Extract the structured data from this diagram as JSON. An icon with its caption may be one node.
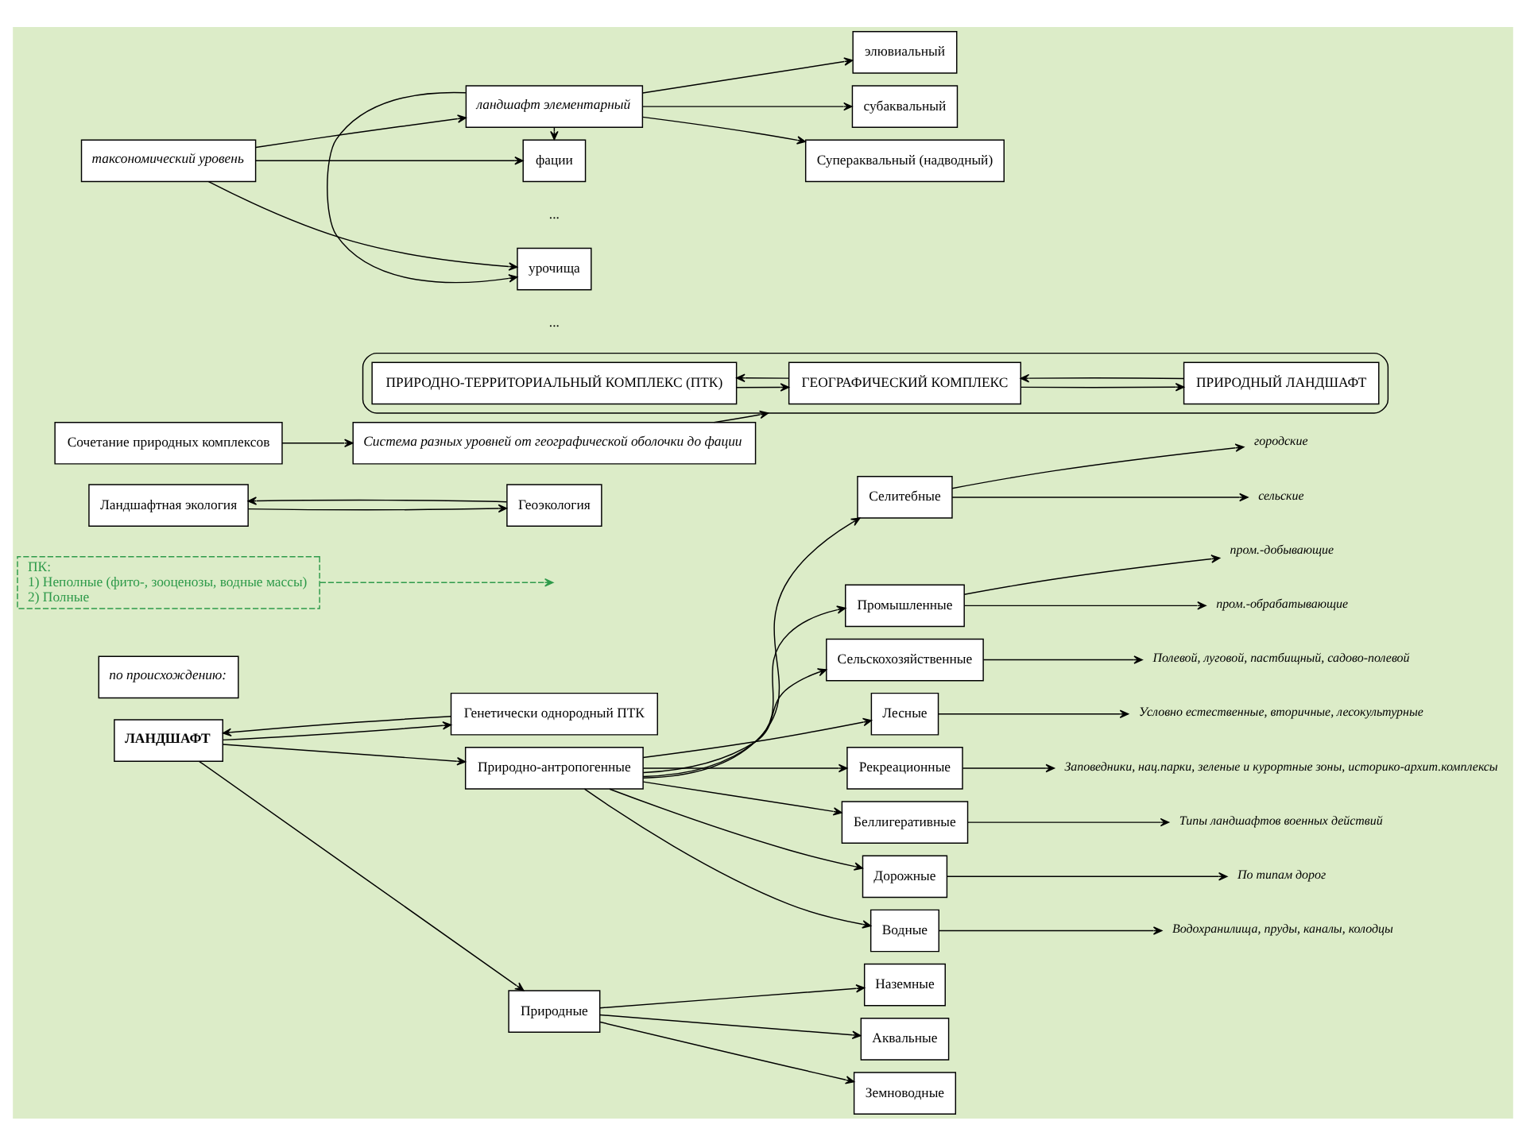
{
  "diagram": {
    "nodes": [
      {
        "text": [
          "ЛАНДШАФТ"
        ]
      },
      {
        "text": [
          "по происхождению:"
        ]
      },
      {
        "text": [
          "Генетически однородный ПТК"
        ]
      },
      {
        "text": [
          "Природно-антропогенные"
        ]
      },
      {
        "text": [
          "Природные"
        ]
      },
      {
        "text": [
          "Наземные"
        ]
      },
      {
        "text": [
          "Аквальные"
        ]
      },
      {
        "text": [
          "Земноводные"
        ]
      },
      {
        "text": [
          "Селитебные"
        ]
      },
      {
        "text": [
          "городские"
        ]
      },
      {
        "text": [
          "сельские"
        ]
      },
      {
        "text": [
          "Промышленные"
        ]
      },
      {
        "text": [
          "пром.-добывающие"
        ]
      },
      {
        "text": [
          "пром.-обрабатывающие"
        ]
      },
      {
        "text": [
          "Сельскохозяйственные"
        ]
      },
      {
        "text": [
          "Полевой, луговой, пастбищный, садово-полевой"
        ]
      },
      {
        "text": [
          "Лесные"
        ]
      },
      {
        "text": [
          "Условно естественные, вторичные, лесокультурные"
        ]
      },
      {
        "text": [
          "Рекреационные"
        ]
      },
      {
        "text": [
          "Заповедники, нац.парки, зеленые и курортные зоны, историко-архит.комплексы"
        ]
      },
      {
        "text": [
          "Беллигеративные"
        ]
      },
      {
        "text": [
          "Типы ландшафтов военных действий"
        ]
      },
      {
        "text": [
          "Дорожные"
        ]
      },
      {
        "text": [
          "По типам дорог"
        ]
      },
      {
        "text": [
          "Водные"
        ]
      },
      {
        "text": [
          "Водохранилища, пруды, каналы, колодцы"
        ]
      },
      {
        "text": [
          "ПК:",
          "1) Неполные (фито-, зооценозы, водные массы)",
          "2) Полные"
        ]
      },
      {
        "text": [
          "Ландшафтная экология"
        ]
      },
      {
        "text": [
          "Геоэкология"
        ]
      },
      {
        "text": [],
        "shape": "box"
      },
      {
        "text": [
          "ПРИРОДНО-ТЕРРИТОРИАЛЬНЫЙ КОМПЛЕКС (ПТК)"
        ],
        "in": 29
      },
      {
        "text": [
          "ГЕОГРАФИЧЕСКИЙ КОМПЛЕКС"
        ],
        "in": 29
      },
      {
        "text": [
          "ПРИРОДНЫЙ ЛАНДШАФТ"
        ],
        "in": 29
      },
      {
        "text": [
          "Сочетание природных комплексов"
        ]
      },
      {
        "text": [
          "Система разных уровней от географической оболочки до фации"
        ]
      },
      {
        "text": [
          "таксономический уровень"
        ]
      },
      {
        "text": [
          "фации"
        ]
      },
      {
        "text": [
          "урочища"
        ]
      },
      {
        "text": [
          "ландшафт элементарный"
        ]
      },
      {
        "text": [
          "элювиальный"
        ]
      },
      {
        "text": [
          "субаквальный"
        ]
      },
      {
        "text": [
          "Супераквальный (надводный)"
        ]
      }
    ],
    "edges": [
      {
        "from": 0,
        "to": 2,
        "arrow": "to"
      },
      {
        "from": 2,
        "to": 0,
        "arrow": "to"
      },
      {
        "from": 0,
        "to": 3,
        "arrow": "to"
      },
      {
        "from": 0,
        "to": 4,
        "arrow": "to"
      },
      {
        "from": 3,
        "to": 8,
        "arrow": "to"
      },
      {
        "from": 3,
        "to": 11,
        "arrow": "to"
      },
      {
        "from": 3,
        "to": 14,
        "arrow": "to"
      },
      {
        "from": 3,
        "to": 16,
        "arrow": "to"
      },
      {
        "from": 3,
        "to": 18,
        "arrow": "to"
      },
      {
        "from": 3,
        "to": 20,
        "arrow": "to"
      },
      {
        "from": 3,
        "to": 22,
        "arrow": "to"
      },
      {
        "from": 3,
        "to": 24,
        "arrow": "to"
      },
      {
        "from": 4,
        "to": 5,
        "arrow": "to"
      },
      {
        "from": 4,
        "to": 6,
        "arrow": "to"
      },
      {
        "from": 4,
        "to": 7,
        "arrow": "to"
      },
      {
        "from": 8,
        "to": 9,
        "arrow": "to"
      },
      {
        "from": 8,
        "to": 10,
        "arrow": "to"
      },
      {
        "from": 11,
        "to": 12,
        "arrow": "to"
      },
      {
        "from": 11,
        "to": 13,
        "arrow": "to"
      },
      {
        "from": 14,
        "to": 15,
        "arrow": "to"
      },
      {
        "from": 16,
        "to": 17,
        "arrow": "to"
      },
      {
        "from": 18,
        "to": 19,
        "arrow": "to"
      },
      {
        "from": 20,
        "to": 21,
        "arrow": "to"
      },
      {
        "from": 22,
        "to": 23,
        "arrow": "to"
      },
      {
        "from": 24,
        "to": 25,
        "arrow": "to"
      },
      {
        "from": 26,
        "to": null,
        "arrow": "to",
        "style": "dashed",
        "color": "#2e9a4a"
      },
      {
        "from": 27,
        "to": 28,
        "arrow": "to"
      },
      {
        "from": 28,
        "to": 27,
        "arrow": "to"
      },
      {
        "from": 30,
        "to": 31,
        "arrow": "to"
      },
      {
        "from": 31,
        "to": 30,
        "arrow": "to"
      },
      {
        "from": 31,
        "to": 32,
        "arrow": "to"
      },
      {
        "from": 32,
        "to": 31,
        "arrow": "to"
      },
      {
        "from": 33,
        "to": 34,
        "arrow": "to"
      },
      {
        "from": 34,
        "to": 29,
        "arrow": "to"
      },
      {
        "from": 35,
        "to": 36,
        "arrow": "to"
      },
      {
        "from": 35,
        "to": 37,
        "arrow": "to"
      },
      {
        "from": 35,
        "to": 38,
        "arrow": "to"
      },
      {
        "from": 38,
        "to": 36,
        "arrow": "to"
      },
      {
        "from": 38,
        "to": 37,
        "arrow": "to"
      },
      {
        "from": 38,
        "to": 39,
        "arrow": "to"
      },
      {
        "from": 38,
        "to": 40,
        "arrow": "to"
      },
      {
        "from": 38,
        "to": 41,
        "arrow": "to"
      }
    ],
    "labels": [
      "...",
      "..."
    ]
  }
}
